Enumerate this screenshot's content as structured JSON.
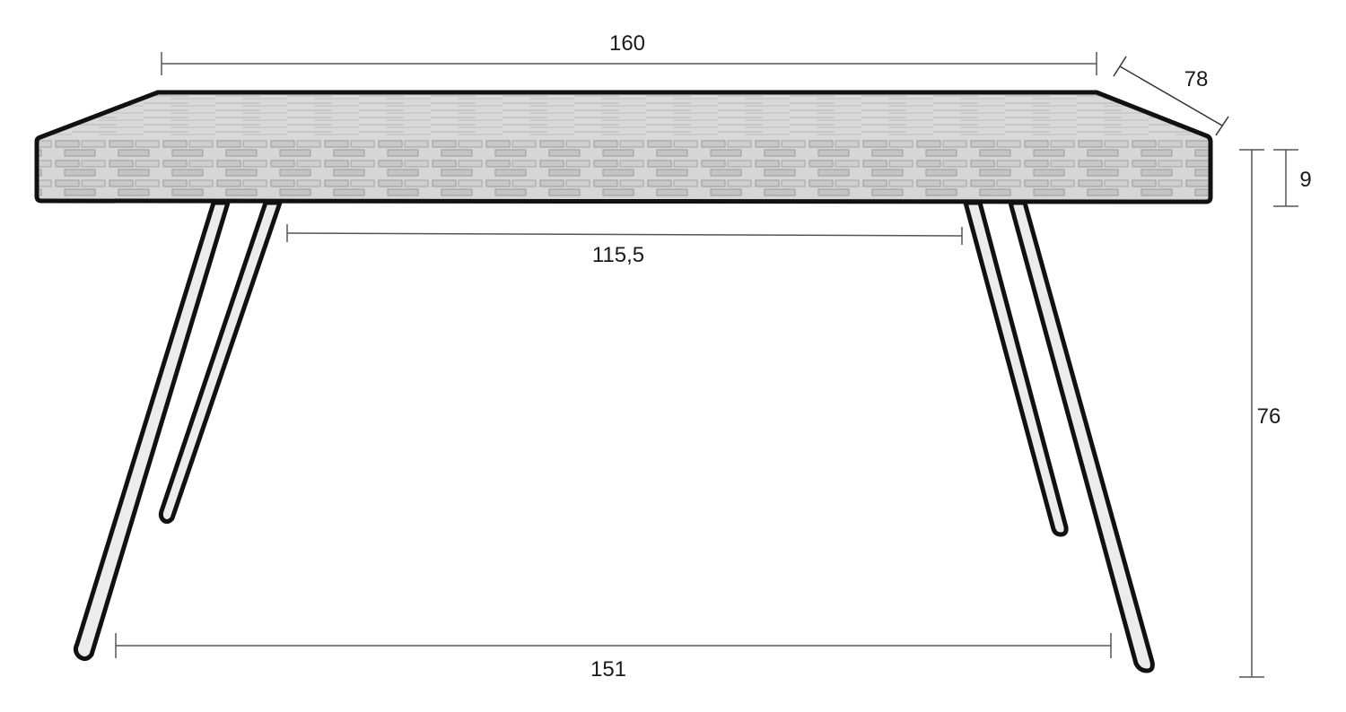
{
  "diagram": {
    "subject": "table",
    "unit": "cm",
    "colors": {
      "outline": "#111111",
      "wood_fill": "#d6d6d6",
      "wood_grain": "#9a9a9a",
      "leg_fill": "#ececec",
      "dimension_line": "#555555",
      "text": "#1a1a1a"
    },
    "dimensions": {
      "total_length": "160",
      "depth": "78",
      "top_thickness": "9",
      "inner_leg_span": "115,5",
      "foot_span": "151",
      "height": "76"
    }
  }
}
